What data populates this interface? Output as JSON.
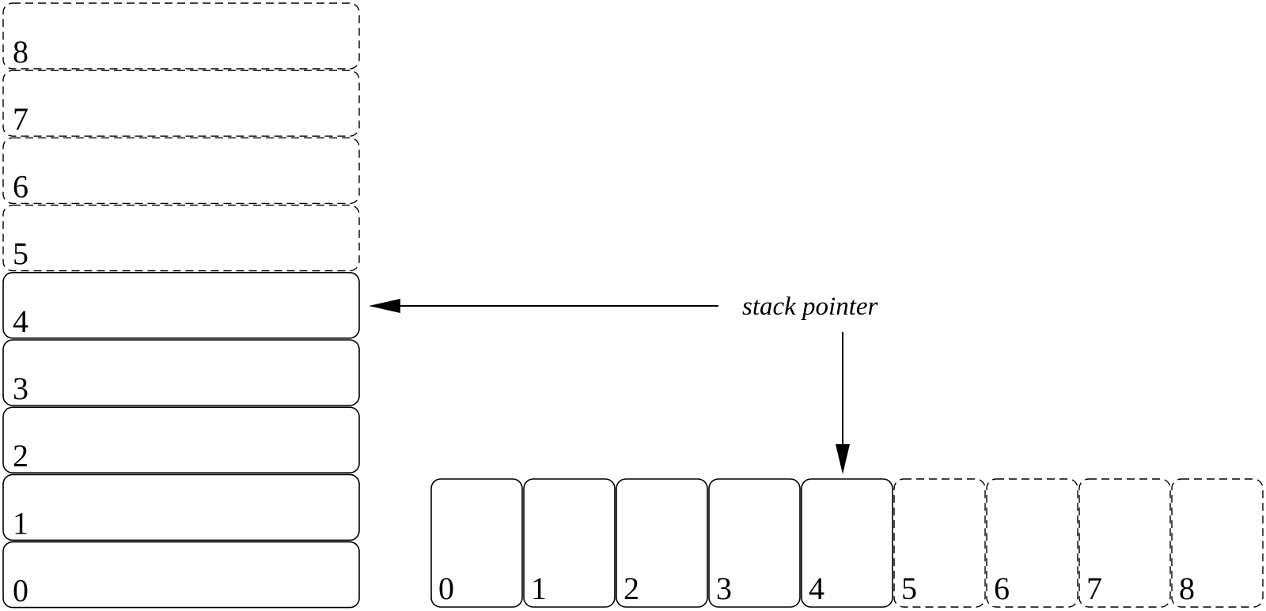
{
  "vertical_stack": {
    "cells": [
      {
        "label": "0",
        "filled": true
      },
      {
        "label": "1",
        "filled": true
      },
      {
        "label": "2",
        "filled": true
      },
      {
        "label": "3",
        "filled": true
      },
      {
        "label": "4",
        "filled": true
      },
      {
        "label": "5",
        "filled": false
      },
      {
        "label": "6",
        "filled": false
      },
      {
        "label": "7",
        "filled": false
      },
      {
        "label": "8",
        "filled": false
      }
    ]
  },
  "horizontal_stack": {
    "cells": [
      {
        "label": "0",
        "filled": true
      },
      {
        "label": "1",
        "filled": true
      },
      {
        "label": "2",
        "filled": true
      },
      {
        "label": "3",
        "filled": true
      },
      {
        "label": "4",
        "filled": true
      },
      {
        "label": "5",
        "filled": false
      },
      {
        "label": "6",
        "filled": false
      },
      {
        "label": "7",
        "filled": false
      },
      {
        "label": "8",
        "filled": false
      }
    ]
  },
  "pointer": {
    "label": "stack pointer",
    "target_index": 4
  },
  "colors": {
    "stroke": "#000000",
    "background": "#ffffff"
  }
}
